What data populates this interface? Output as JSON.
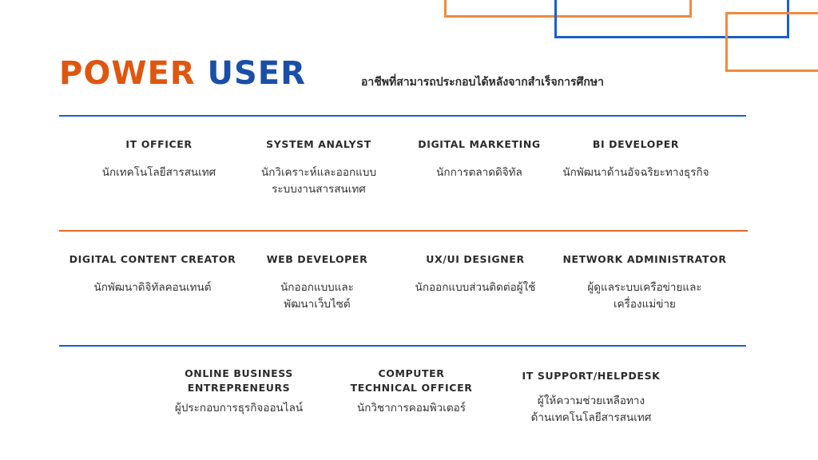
{
  "header": {
    "title_part1": "POWER",
    "title_part2": "USER",
    "subtitle": "อาชีพที่สามารถประกอบได้หลังจากสำเร็จการศึกษา"
  },
  "colors": {
    "orange": "#e0560f",
    "blue": "#1a4fa8"
  },
  "row1": [
    {
      "title": "IT OFFICER",
      "desc": [
        "นักเทคโนโลยีสารสนเทศ"
      ]
    },
    {
      "title": "SYSTEM ANALYST",
      "desc": [
        "นักวิเคราะห์และออกแบบ",
        "ระบบงานสารสนเทศ"
      ]
    },
    {
      "title": "DIGITAL MARKETING",
      "desc": [
        "นักการตลาดดิจิทัล"
      ]
    },
    {
      "title": "BI DEVELOPER",
      "desc": [
        "นักพัฒนาด้านอัจฉริยะทางธุรกิจ"
      ]
    }
  ],
  "row2": [
    {
      "title": "DIGITAL CONTENT CREATOR",
      "desc": [
        "นักพัฒนาดิจิทัลคอนเทนต์"
      ]
    },
    {
      "title": "WEB DEVELOPER",
      "desc": [
        "นักออกแบบและ",
        "พัฒนาเว็บไซต์"
      ]
    },
    {
      "title": "UX/UI DESIGNER",
      "desc": [
        "นักออกแบบส่วนติดต่อผู้ใช้"
      ]
    },
    {
      "title": "NETWORK ADMINISTRATOR",
      "desc": [
        "ผู้ดูแลระบบเครือข่ายและ",
        "เครื่องแม่ข่าย"
      ]
    }
  ],
  "row3": [
    {
      "title": [
        "ONLINE BUSINESS",
        "ENTREPRENEURS"
      ],
      "desc": [
        "ผู้ประกอบการธุรกิจออนไลน์"
      ]
    },
    {
      "title": [
        "COMPUTER",
        "TECHNICAL OFFICER"
      ],
      "desc": [
        "นักวิชาการคอมพิวเตอร์"
      ]
    },
    {
      "title": [
        "IT SUPPORT/HELPDESK"
      ],
      "desc": [
        "ผู้ให้ความช่วยเหลือทาง",
        "ด้านเทคโนโลยีสารสนเทศ"
      ]
    }
  ]
}
